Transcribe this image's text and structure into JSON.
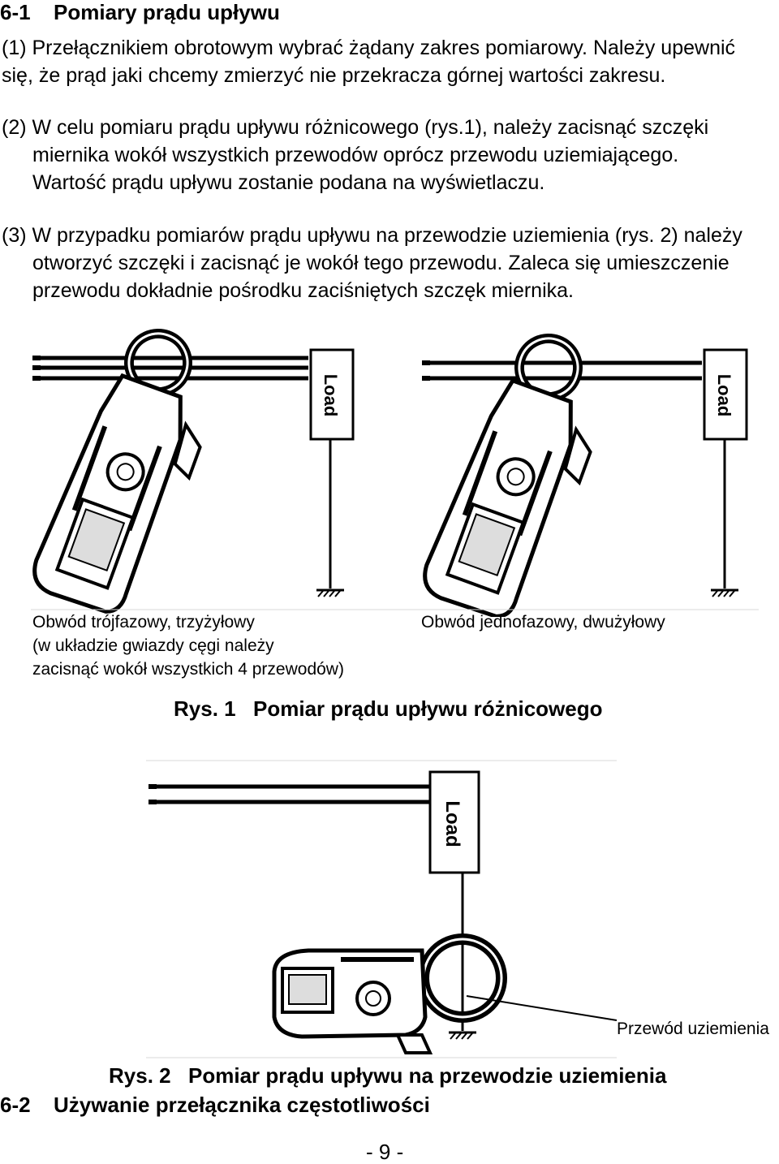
{
  "section1": {
    "number": "6-1",
    "title": "Pomiary prądu upływu",
    "para1": [
      "(1) Przełącznikiem obrotowym wybrać żądany zakres pomiarowy. Należy upewnić",
      "się, że prąd jaki chcemy zmierzyć nie przekracza górnej wartości zakresu."
    ],
    "para2": [
      "(2) W celu pomiaru prądu upływu różnicowego (rys.1), należy zacisnąć szczęki",
      "miernika wokół wszystkich przewodów oprócz przewodu uziemiającego.",
      "Wartość prądu upływu zostanie podana na wyświetlaczu."
    ],
    "para3": [
      "(3) W przypadku pomiarów prądu upływu na przewodzie uziemienia (rys. 2) należy",
      "otworzyć szczęki i zacisnąć je wokół tego przewodu. Zaleca się umieszczenie",
      "przewodu dokładnie pośrodku zaciśniętych szczęk miernika."
    ]
  },
  "figure1": {
    "load_label": "Load",
    "caption_left": [
      "Obwód trójfazowy, trzyżyłowy",
      "(w układzie gwiazdy cęgi należy",
      "zacisnąć wokół wszystkich 4 przewodów)"
    ],
    "caption_right": "Obwód jednofazowy, dwużyłowy",
    "label": "Rys. 1",
    "title": "Pomiar prądu upływu różnicowego"
  },
  "figure2": {
    "load_label": "Load",
    "ground_wire_label": "Przewód uziemienia",
    "label": "Rys. 2",
    "title": "Pomiar prądu upływu na przewodzie uziemienia"
  },
  "section2": {
    "number": "6-2",
    "title": "Używanie przełącznika częstotliwości"
  },
  "page_number": "- 9 -"
}
